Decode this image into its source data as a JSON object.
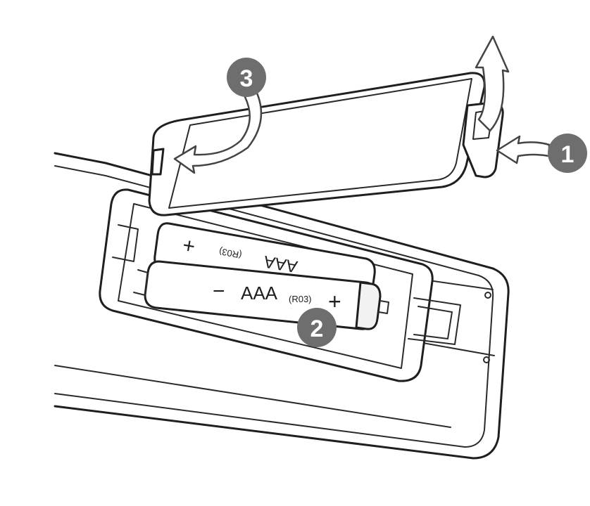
{
  "steps": [
    {
      "number": "1"
    },
    {
      "number": "2"
    },
    {
      "number": "3"
    }
  ],
  "batteries": {
    "front": {
      "minus": "−",
      "type": "AAA",
      "model": "(R03)",
      "plus": "+"
    },
    "back": {
      "plus": "+",
      "type": "AAA",
      "model": "(R03)"
    }
  },
  "colors": {
    "line": "#1f1f1f",
    "step_badge": "#6e6e6e",
    "background": "#ffffff"
  }
}
